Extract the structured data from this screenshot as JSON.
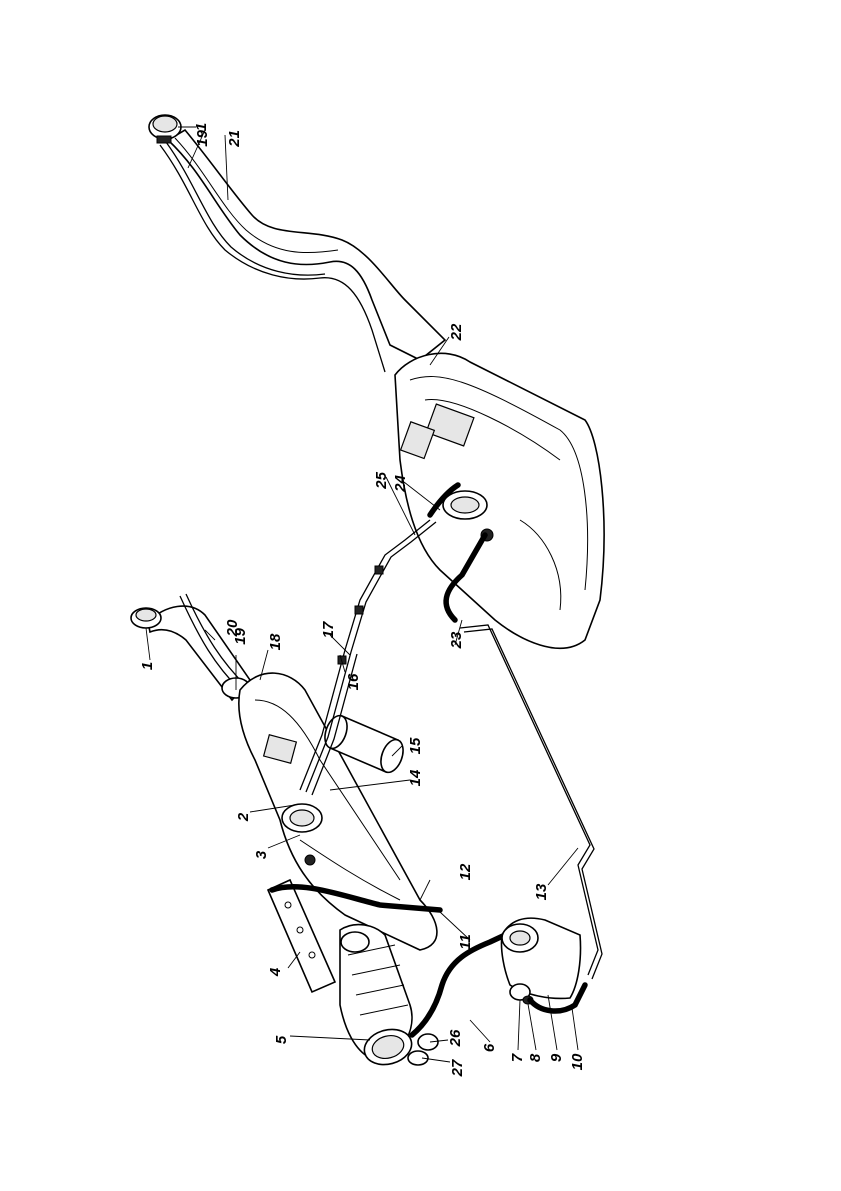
{
  "callouts": [
    {
      "id": "c1a",
      "text": "1"
    },
    {
      "id": "c19a",
      "text": "19"
    },
    {
      "id": "c21",
      "text": "21"
    },
    {
      "id": "c22",
      "text": "22"
    },
    {
      "id": "c25",
      "text": "25"
    },
    {
      "id": "c24",
      "text": "24"
    },
    {
      "id": "c1b",
      "text": "1"
    },
    {
      "id": "c20",
      "text": "20"
    },
    {
      "id": "c19b",
      "text": "19"
    },
    {
      "id": "c18",
      "text": "18"
    },
    {
      "id": "c17",
      "text": "17"
    },
    {
      "id": "c16",
      "text": "16"
    },
    {
      "id": "c23",
      "text": "23"
    },
    {
      "id": "c15",
      "text": "15"
    },
    {
      "id": "c14",
      "text": "14"
    },
    {
      "id": "c2",
      "text": "2"
    },
    {
      "id": "c3",
      "text": "3"
    },
    {
      "id": "c12",
      "text": "12"
    },
    {
      "id": "c13",
      "text": "13"
    },
    {
      "id": "c11",
      "text": "11"
    },
    {
      "id": "c4",
      "text": "4"
    },
    {
      "id": "c5",
      "text": "5"
    },
    {
      "id": "c26",
      "text": "26"
    },
    {
      "id": "c27",
      "text": "27"
    },
    {
      "id": "c6",
      "text": "6"
    },
    {
      "id": "c7",
      "text": "7"
    },
    {
      "id": "c8",
      "text": "8"
    },
    {
      "id": "c9",
      "text": "9"
    },
    {
      "id": "c10",
      "text": "10"
    }
  ]
}
